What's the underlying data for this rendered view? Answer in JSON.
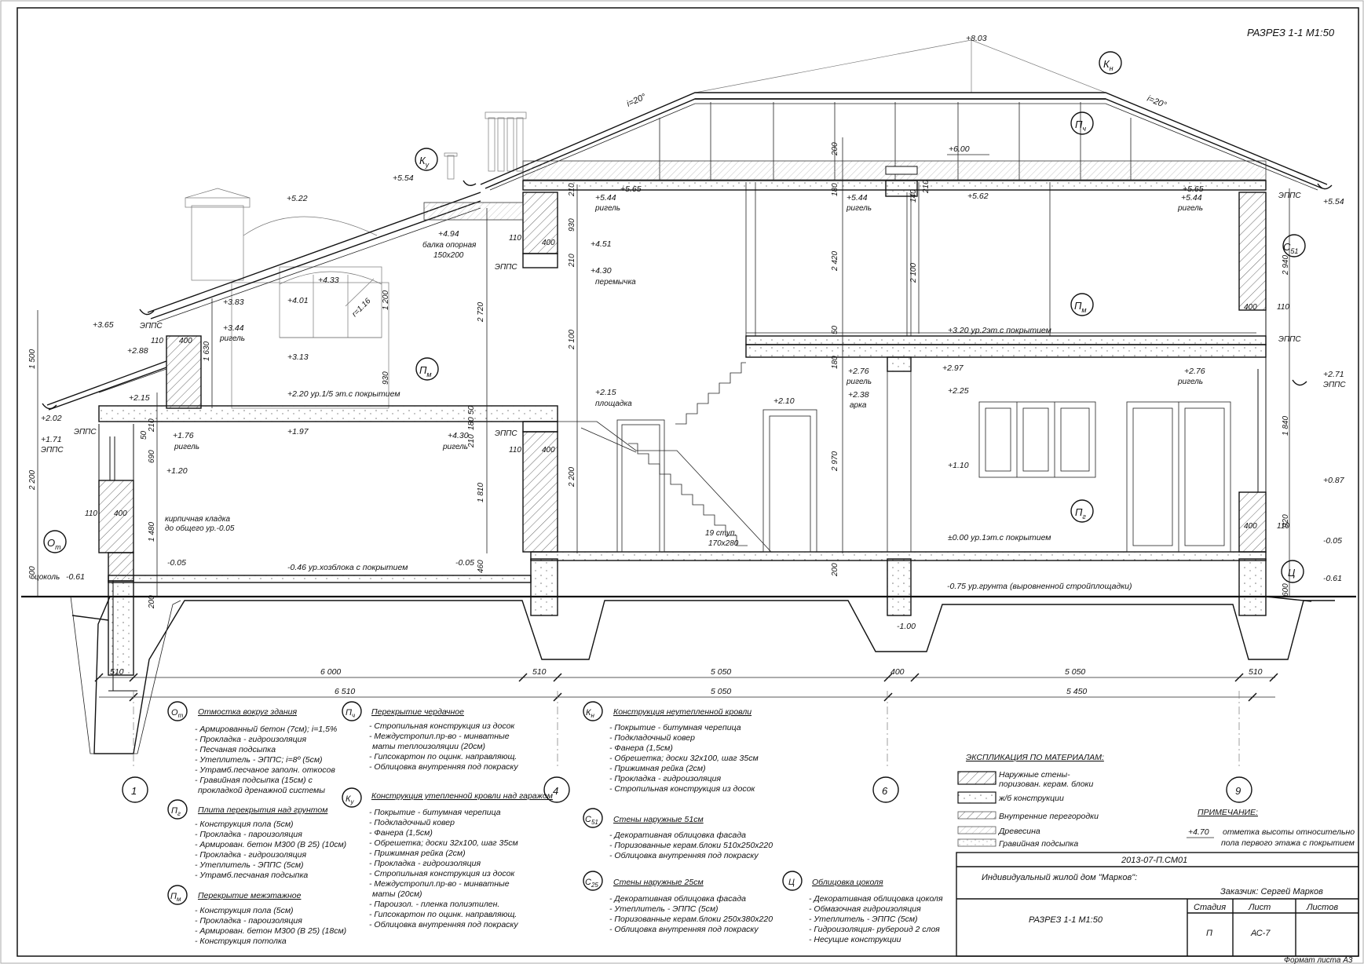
{
  "sheet": {
    "title": "РАЗРЕЗ  1-1  М1:50",
    "format": "Формат листа А3"
  },
  "marks": {
    "m803": "+8.03",
    "m600": "+6.00",
    "m565l": "+5.65",
    "m565r": "+5.65",
    "m562": "+5.62",
    "m554l": "+5.54",
    "m554r": "+5.54",
    "m544a": "+5.44",
    "m544b": "+5.44",
    "m544c": "+5.44",
    "m522": "+5.22",
    "m494": "+4.94",
    "m451": "+4.51",
    "m433": "+4.33",
    "m430a": "+4.30",
    "m430b": "+4.30",
    "m401": "+4.01",
    "m383": "+3.83",
    "m365": "+3.65",
    "m344": "+3.44",
    "m320": "+3.20 ур.2эт.с покрытием",
    "m313": "+3.13",
    "m297": "+2.97",
    "m288": "+2.88",
    "m276a": "+2.76",
    "m276b": "+2.76",
    "m271": "+2.71",
    "m238": "+2.38",
    "m225": "+2.25",
    "m220": "+2.20 ур.1/5 эт.с покрытием",
    "m215a": "+2.15",
    "m215b": "+2.15",
    "m210": "+2.10",
    "m202": "+2.02",
    "m197": "+1.97",
    "m176": "+1.76",
    "m171": "+1.71",
    "m120": "+1.20",
    "m110": "+1.10",
    "m087": "+0.87",
    "m000": "±0.00 ур.1эт.с покрытием",
    "m005a": "-0.05",
    "m005b": "-0.05",
    "m005c": "-0.05",
    "m046": "-0.46 ур.хозблока с покрытием",
    "m061a": "-0.61",
    "m061b": "-0.61",
    "m075": "-0.75 ур.грунта (выровненной стройплощадки)",
    "m100": "-1.00"
  },
  "notes": {
    "rigel": "ригель",
    "epps": "ЭППС",
    "balka1": "балка опорная",
    "balka2": "150х200",
    "peremychka": "перемычка",
    "ploshchadka": "площадка",
    "arka": "арка",
    "kladka1": "кирпичная кладка",
    "kladka2": "до общего ур.-0.05",
    "stup1": "19 ступ.",
    "stup2": "170х280",
    "tsokol": "цоколь",
    "slope": "i=20°",
    "radius": "r=1.16"
  },
  "dims": {
    "d6000": "6 000",
    "d510": "510",
    "d5050": "5 050",
    "d400": "400",
    "d6510": "6 510",
    "d5450": "5 450",
    "d200": "200",
    "d180": "180",
    "d210": "210",
    "d2420": "2 420",
    "d2100": "2 100",
    "d50": "50",
    "d2970": "2 970",
    "d2940": "2 940",
    "d1840": "1 840",
    "d920": "920",
    "d600": "600",
    "d2720": "2 720",
    "d930": "930",
    "d1200": "1 200",
    "d1810": "1 810",
    "d2200": "2 200",
    "d460": "460",
    "d1500": "1 500",
    "d110": "110",
    "d1630": "1 630",
    "d1480": "1 480",
    "d690": "690",
    "d140": "140"
  },
  "axes": [
    "1",
    "4",
    "6",
    "9"
  ],
  "callouts": {
    "Ot": [
      "О",
      "т"
    ],
    "Pg": [
      "П",
      "г"
    ],
    "Pm": [
      "П",
      "м"
    ],
    "Pch": [
      "П",
      "ч"
    ],
    "Ku": [
      "К",
      "у"
    ],
    "Kn": [
      "К",
      "н"
    ],
    "C51": [
      "С",
      "51"
    ],
    "C25": [
      "С",
      "25"
    ],
    "Ts": [
      "Ц",
      ""
    ]
  },
  "legend": {
    "Ot": {
      "title": "Отмостка вокруг здания",
      "items": [
        "- Армированный бетон (7см); i=1,5%",
        "- Прокладка - гидроизоляция",
        "- Песчаная подсыпка",
        "- Утеплитель - ЭППС; i=8º (5см)",
        "- Утрамб.песчаное заполн. откосов",
        "- Гравийная подсыпка (15см) с",
        "прокладкой дренажной системы"
      ]
    },
    "Pg": {
      "title": "Плита перекрытия над грунтом",
      "items": [
        "- Конструкция пола (5см)",
        "- Прокладка - пароизоляция",
        "- Армирован. бетон М300 (В 25) (10см)",
        "- Прокладка - гидроизоляция",
        "- Утеплитель - ЭППС (5см)",
        "- Утрамб.песчаная подсыпка"
      ]
    },
    "Pm": {
      "title": "Перекрытие межэтажное",
      "items": [
        "- Конструкция пола (5см)",
        "- Прокладка - пароизоляция",
        "- Армирован. бетон М300 (В 25) (18см)",
        "- Конструкция потолка"
      ]
    },
    "Pch": {
      "title": "Перекрытие чердачное",
      "items": [
        "- Стропильная конструкция из досок",
        "- Междустропил.пр-во - минватные",
        "маты теплоизоляции (20см)",
        "- Гипсокартон по оцинк. направляющ.",
        "- Облицовка внутренняя под покраску"
      ]
    },
    "Ku": {
      "title": "Конструкция утепленной кровли над гаражом",
      "items": [
        "- Покрытие - битумная черепица",
        "- Подкладочный ковер",
        "- Фанера (1,5см)",
        "- Обрешетка; доски 32х100, шаг 35см",
        "- Прижимная рейка (2см)",
        "- Прокладка - гидроизоляция",
        "- Стропильная конструкция из досок",
        "- Междустропил.пр-во - минватные",
        "маты (20см)",
        "- Пароизол. - пленка полиэтилен.",
        "- Гипсокартон по оцинк. направляющ.",
        "- Облицовка внутренняя под покраску"
      ]
    },
    "Kn": {
      "title": "Конструкция неутепленной кровли",
      "items": [
        "- Покрытие - битумная черепица",
        "- Подкладочный ковер",
        "- Фанера (1,5см)",
        "- Обрешетка; доски 32х100, шаг 35см",
        "- Прижимная рейка (2см)",
        "- Прокладка - гидроизоляция",
        "- Стропильная конструкция из досок"
      ]
    },
    "C51": {
      "title": "Стены наружные 51см",
      "items": [
        "- Декоративная облицовка фасада",
        "- Поризованные керам.блоки 510х250х220",
        "- Облицовка внутренняя под покраску"
      ]
    },
    "C25": {
      "title": "Стены наружные 25см",
      "items": [
        "- Декоративная облицовка фасада",
        "- Утеплитель - ЭППС (5см)",
        "- Поризованные керам.блоки 250х380х220",
        "- Облицовка внутренняя под покраску"
      ]
    },
    "Ts": {
      "title": "Облицовка цоколя",
      "items": [
        "- Декоративная облицовка цоколя",
        "- Обмазочная гидроизоляция",
        "- Утеплитель - ЭППС (5см)",
        "- Гидроизоляция- рубероид 2 слоя",
        "- Несущие конструкции"
      ]
    }
  },
  "materials": {
    "title": "ЭКСПЛИКАЦИЯ ПО МАТЕРИАЛАМ:",
    "items": [
      "Наружные стены-",
      "поризован. керам. блоки",
      "ж/б конструкции",
      "Внутренние перегородки",
      "Древесина",
      "Гравийная подсыпка"
    ]
  },
  "note": {
    "title": "ПРИМЕЧАНИЕ:",
    "mark": "+4.70",
    "line1": "отметка высоты относительно",
    "line2": "пола первого этажа с покрытием"
  },
  "stamp": {
    "code": "2013-07-П.СМ01",
    "project": "Индивидуальный жилой дом \"Марков\":",
    "client": "Заказчик: Сергей Марков",
    "sheet_name": "РАЗРЕЗ  1-1  М1:50",
    "col_stage": "Стадия",
    "col_sheet": "Лист",
    "col_sheets": "Листов",
    "stage": "П",
    "sheet_no": "АС-7",
    "sheets": ""
  }
}
